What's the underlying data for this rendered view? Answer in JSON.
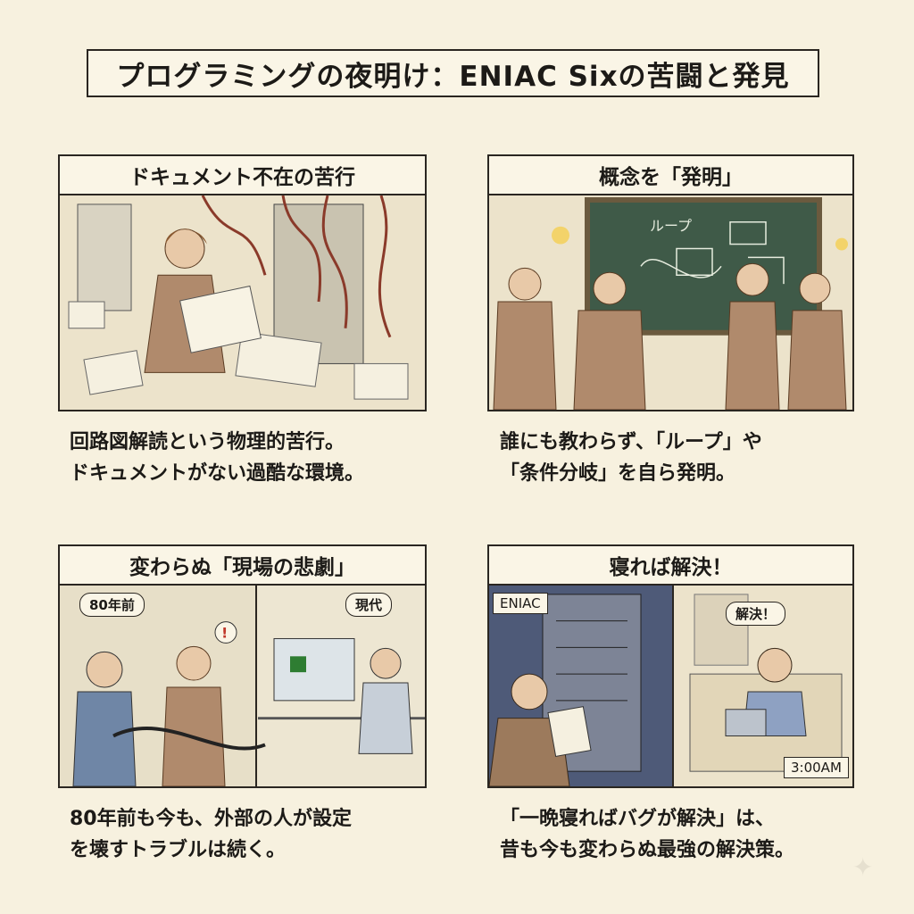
{
  "title": "プログラミングの夜明け：ENIAC Sixの苦闘と発見",
  "panels": [
    {
      "heading": "ドキュメント不在の苦行",
      "caption": [
        "回路図解読という物理的苦行。",
        "ドキュメントがない過酷な環境。"
      ]
    },
    {
      "heading": "概念を「発明」",
      "caption": [
        "誰にも教わらず、「ループ」や",
        "「条件分岐」を自ら発明。"
      ],
      "board_text": "ループ"
    },
    {
      "heading": "変わらぬ「現場の悲劇」",
      "caption": [
        "80年前も今も、外部の人が設定",
        "を壊すトラブルは続く。"
      ],
      "left_tag": "80年前",
      "right_tag": "現代",
      "exclaim": "!"
    },
    {
      "heading": "寝れば解決！",
      "caption": [
        "「一晩寝ればバグが解決」は、",
        "昔も今も変わらぬ最強の解決策。"
      ],
      "left_tag": "ENIAC",
      "bubble": "解決！",
      "clock": "3:00AM"
    }
  ]
}
